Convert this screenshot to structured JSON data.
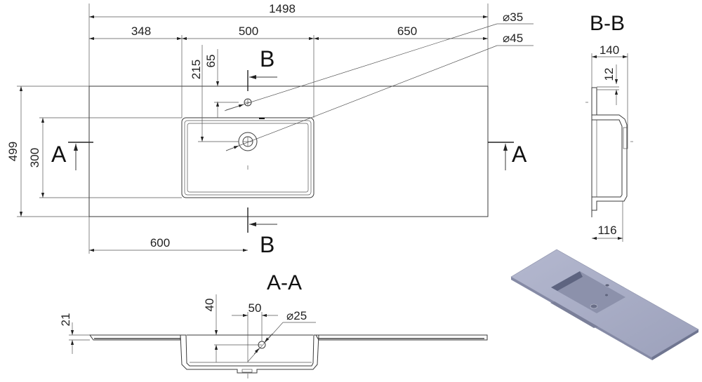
{
  "drawing": {
    "top_view": {
      "dims": {
        "overall_length": "1498",
        "left_offset": "348",
        "basin_width": "500",
        "right_offset": "650",
        "overall_depth": "499",
        "basin_depth": "300",
        "tap_hole_from_back": "65",
        "drain_from_back": "215",
        "section_b_position": "600",
        "tap_hole_diameter": "35",
        "drain_diameter": "45"
      },
      "section_marks": {
        "a_left": "A",
        "a_right": "A",
        "b_top": "B",
        "b_bottom": "B"
      }
    },
    "section_aa": {
      "title": "A-A",
      "dims": {
        "slab_thickness": "21",
        "overflow_depth": "40",
        "overflow_offset": "50",
        "overflow_diameter": "25"
      }
    },
    "section_bb": {
      "title": "B-B",
      "dims": {
        "total_depth": "140",
        "lip": "12",
        "basin_depth": "116"
      }
    },
    "diameter_symbol": "⌀",
    "render_color": "#a3a8c0"
  }
}
